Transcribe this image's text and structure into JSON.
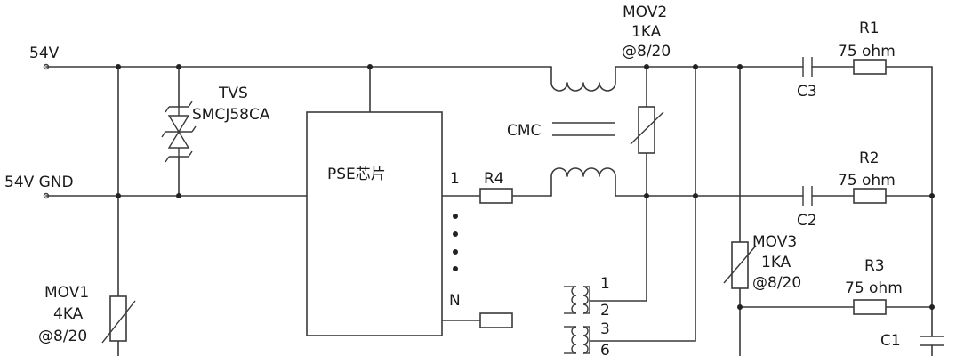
{
  "terminals": {
    "v54": "54V",
    "gnd": "54V GND"
  },
  "tvs": {
    "name": "TVS",
    "part": "SMCJ58CA"
  },
  "mov1": {
    "name": "MOV1",
    "rating": "4KA",
    "pulse": "@8/20"
  },
  "pse": {
    "label": "PSE芯片",
    "pin_first": "1",
    "pin_last": "N"
  },
  "r4": "R4",
  "cmc": "CMC",
  "mov2": {
    "name": "MOV2",
    "rating": "1KA",
    "pulse": "@8/20"
  },
  "mov3": {
    "name": "MOV3",
    "rating": "1KA",
    "pulse": "@8/20"
  },
  "transformer": {
    "p1": "1",
    "p2": "2",
    "p3": "3",
    "p6": "6"
  },
  "r1": {
    "name": "R1",
    "value": "75 ohm"
  },
  "r2": {
    "name": "R2",
    "value": "75 ohm"
  },
  "r3": {
    "name": "R3",
    "value": "75 ohm"
  },
  "c1": "C1",
  "c2": "C2",
  "c3": "C3"
}
